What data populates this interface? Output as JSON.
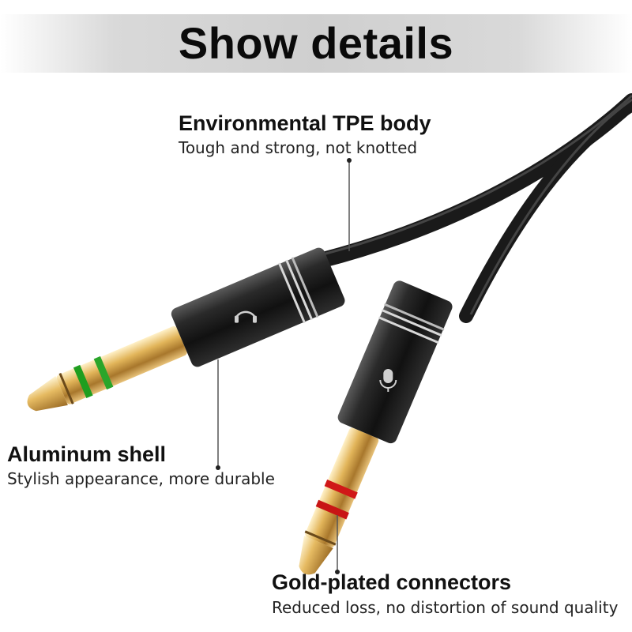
{
  "banner": {
    "title": "Show details"
  },
  "callouts": {
    "tpe": {
      "title": "Environmental TPE body",
      "desc": "Tough and strong, not knotted"
    },
    "shell": {
      "title": "Aluminum shell",
      "desc": "Stylish appearance, more durable"
    },
    "gold": {
      "title": "Gold-plated connectors",
      "desc": "Reduced loss, no distortion of sound quality"
    }
  },
  "icons": {
    "left_plug": "headphone-icon",
    "right_plug": "microphone-icon"
  },
  "colors": {
    "ring_left": "#2aa52a",
    "ring_right": "#d01818",
    "gold": "#d8a74a",
    "shell": "#1c1c1c"
  }
}
